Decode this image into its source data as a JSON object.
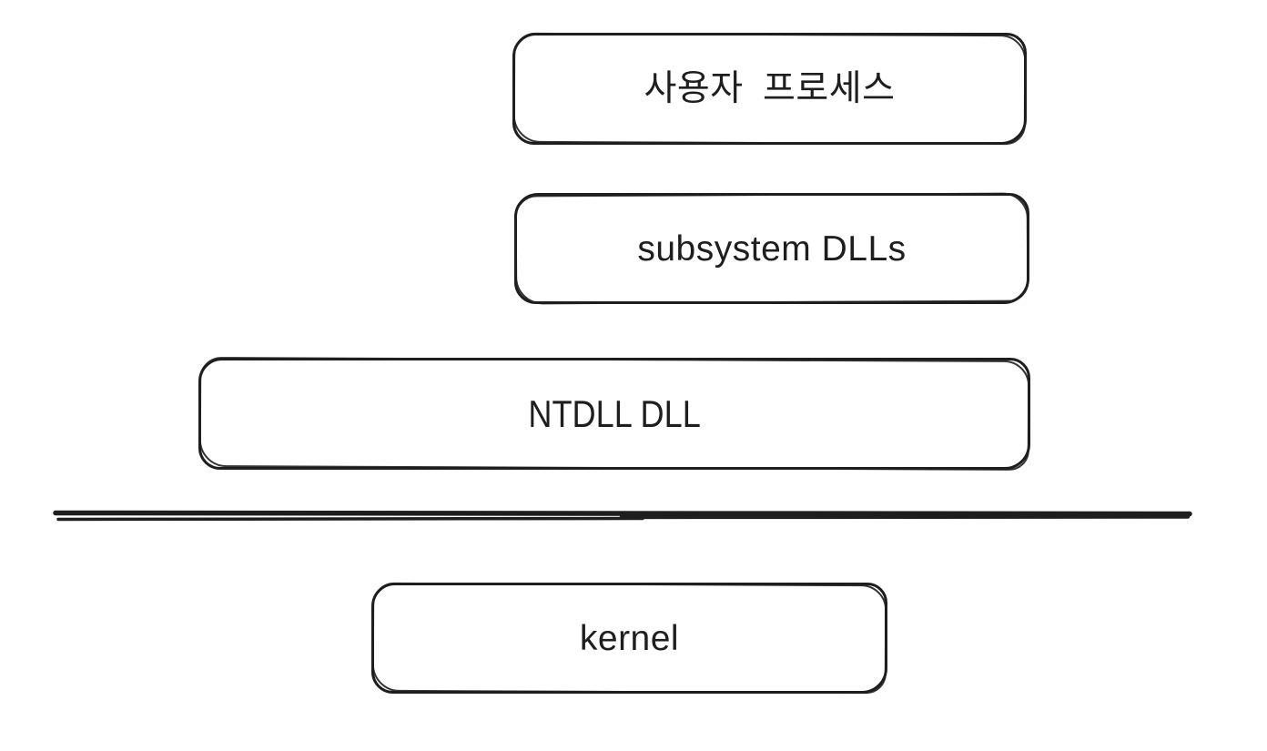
{
  "colors": {
    "stroke": "#1e1e1e",
    "background": "#ffffff",
    "text": "#1e1e1e"
  },
  "boxes": [
    {
      "name": "user-process",
      "label": "사용자 프로세스"
    },
    {
      "name": "subsystem-dlls",
      "label": "subsystem DLLs"
    },
    {
      "name": "ntdll-dll",
      "label": "NTDLL DLL"
    },
    {
      "name": "kernel",
      "label": "kernel"
    }
  ]
}
